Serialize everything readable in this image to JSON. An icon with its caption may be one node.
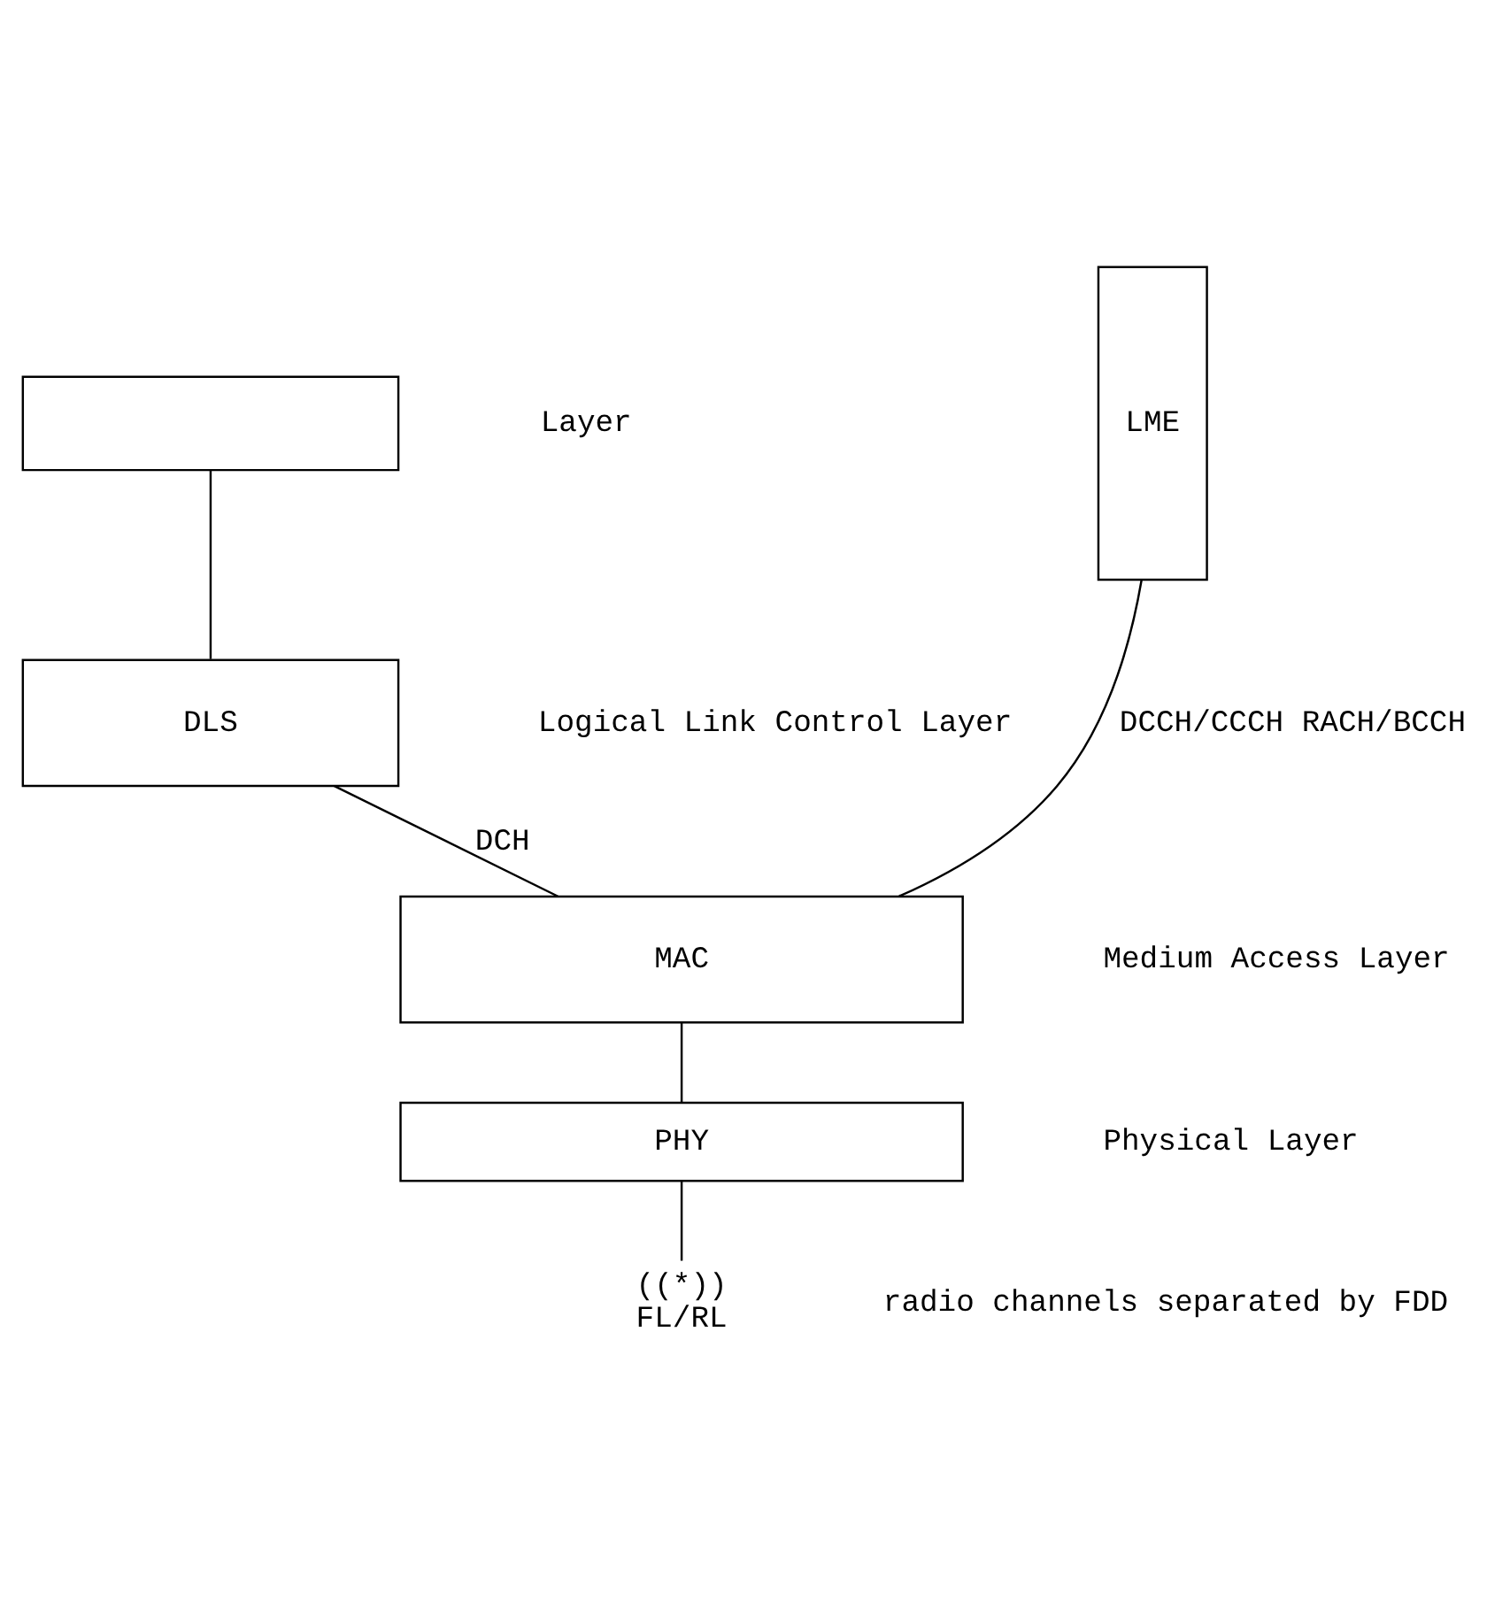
{
  "diagram": {
    "nodes": [
      {
        "text": [],
        "shape": "box"
      },
      {
        "text": [
          "LME"
        ]
      },
      {
        "text": [
          "DLS"
        ]
      },
      {
        "text": [
          "MAC"
        ]
      },
      {
        "text": [
          "PHY"
        ]
      },
      {
        "text": [
          "((*))",
          "FL/RL"
        ]
      }
    ],
    "edges": [
      {
        "from": 0,
        "to": 2,
        "arrow": "none"
      },
      {
        "from": 2,
        "to": 3,
        "arrow": "none",
        "label": "DCH"
      },
      {
        "from": 1,
        "to": 3,
        "arrow": "none",
        "label": "DCCH/CCCH RACH/BCCH"
      },
      {
        "from": 3,
        "to": 4,
        "arrow": "none"
      },
      {
        "from": 4,
        "to": 5,
        "arrow": "none"
      }
    ],
    "labels": [
      "Layer",
      "Logical Link Control Layer",
      "Medium Access Layer",
      "Physical Layer",
      "radio channels separated by FDD"
    ]
  }
}
